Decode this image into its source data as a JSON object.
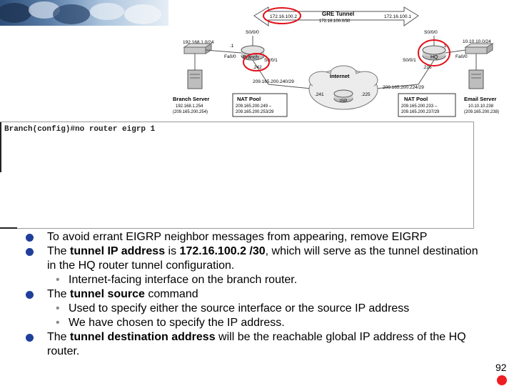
{
  "diagram": {
    "tunnel_label": "GRE Tunnel",
    "tunnel_subnet": "172.16.100.0/30",
    "tunnel_left_ip": "172.16.100.2",
    "tunnel_right_ip": "172.16.100.1",
    "branch_lan": "192.168.1.0/24",
    "hq_lan": "10.10.10.0/24",
    "branch_router": "Branch",
    "hq_router": "HQ",
    "isp_router": "ISP",
    "internet_label": "Internet",
    "branch_s000": "S0/0/0",
    "branch_s001": "S0/0/1",
    "hq_s000": "S0/0/0",
    "hq_s001": "S0/0/1",
    "branch_fa0": "Fa0/0",
    "hq_fa0": "Fa0/0",
    "branch_dot1": ".1",
    "hq_dot1": ".1",
    "branch_wan_host": ".242",
    "hq_wan_host": ".226",
    "isp_left_host": ".241",
    "isp_right_host": ".225",
    "branch_wan_net": "209.165.200.240/29",
    "hq_wan_net": "209.165.200.224/29",
    "branch_server": {
      "title": "Branch Server",
      "line1": "192.168.1.254",
      "line2": "(209.165.200.254)"
    },
    "branch_nat": {
      "title": "NAT Pool",
      "line1": "209.165.200.249 –",
      "line2": "209.165.200.253/29"
    },
    "hq_nat": {
      "title": "NAT Pool",
      "line1": "209.165.200.233 –",
      "line2": "209.165.200.237/29"
    },
    "email_server": {
      "title": "Email Server",
      "line1": "10.10.10.238",
      "line2": "(209.165.200.238)"
    }
  },
  "console": {
    "command": "Branch(config)#no router eigrp 1"
  },
  "bullets": [
    {
      "level": 1,
      "parts": [
        {
          "t": "To avoid errant EIGRP neighbor messages from appearing, remove EIGRP"
        }
      ]
    },
    {
      "level": 1,
      "parts": [
        {
          "t": "The "
        },
        {
          "t": "tunnel IP address",
          "b": true
        },
        {
          "t": " is "
        },
        {
          "t": "172.16.100.2 /30",
          "b": true
        },
        {
          "t": ", which will serve as the tunnel destination in the HQ router tunnel configuration."
        }
      ]
    },
    {
      "level": 2,
      "parts": [
        {
          "t": "Internet-facing interface on the branch router."
        }
      ]
    },
    {
      "level": 1,
      "parts": [
        {
          "t": "The "
        },
        {
          "t": "tunnel source",
          "b": true
        },
        {
          "t": " command"
        }
      ]
    },
    {
      "level": 2,
      "parts": [
        {
          "t": "Used to specify either the source interface or the source IP address"
        }
      ]
    },
    {
      "level": 2,
      "parts": [
        {
          "t": "We have chosen to specify the IP address."
        }
      ]
    },
    {
      "level": 1,
      "parts": [
        {
          "t": "The "
        },
        {
          "t": "tunnel destination address",
          "b": true
        },
        {
          "t": " will be the reachable global IP address of the HQ router."
        }
      ]
    }
  ],
  "bullet_symbol": "•",
  "page_number": "92",
  "colors": {
    "bullet": "#1f3f9a",
    "highlight_circle": "#e0121b",
    "red_dot": "#ee1d23"
  }
}
